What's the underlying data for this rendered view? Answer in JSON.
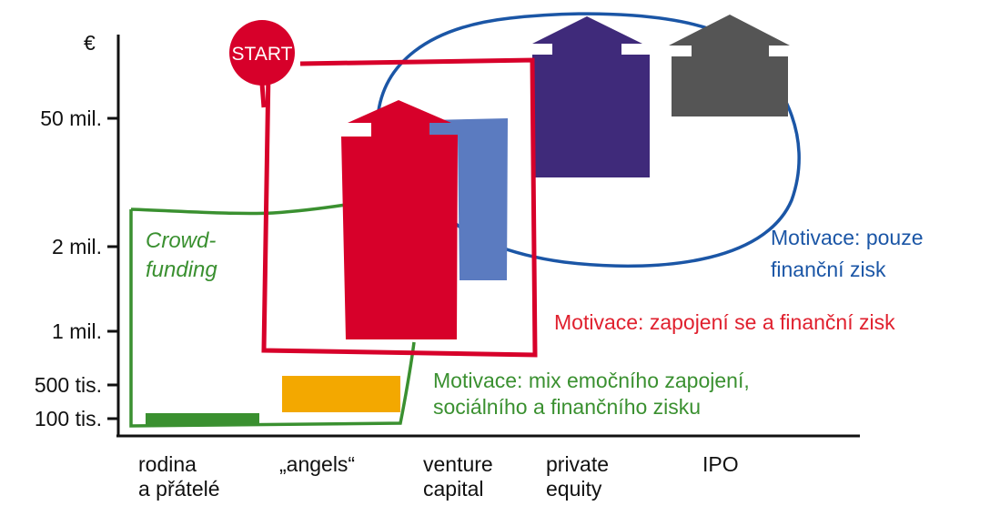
{
  "axis": {
    "currency": "€",
    "y_ticks": [
      "50 mil.",
      "2 mil.",
      "1 mil.",
      "500 tis.",
      "100 tis."
    ],
    "x_categories": [
      {
        "line1": "rodina",
        "line2": "a přátelé"
      },
      {
        "line1": "„angels“",
        "line2": ""
      },
      {
        "line1": "venture",
        "line2": "capital"
      },
      {
        "line1": "private",
        "line2": "equity"
      },
      {
        "line1": "IPO",
        "line2": ""
      }
    ]
  },
  "start_badge": "START",
  "crowdfunding": {
    "line1": "Crowd-",
    "line2": "funding"
  },
  "motivations": {
    "financial": {
      "line1": "Motivace: pouze",
      "line2": "finanční zisk"
    },
    "engagement": {
      "line1": "Motivace: zapojení se a finanční zisk"
    },
    "mixed": {
      "line1": "Motivace: mix emočního zapojení,",
      "line2": "sociálního a finančního zisku"
    }
  },
  "colors": {
    "red": "#d7002a",
    "green": "#3a9030",
    "blue": "#1b56a6",
    "light_blue": "#5b7bc0",
    "purple": "#3f2a7a",
    "gray": "#555555",
    "orange": "#f3a800"
  }
}
